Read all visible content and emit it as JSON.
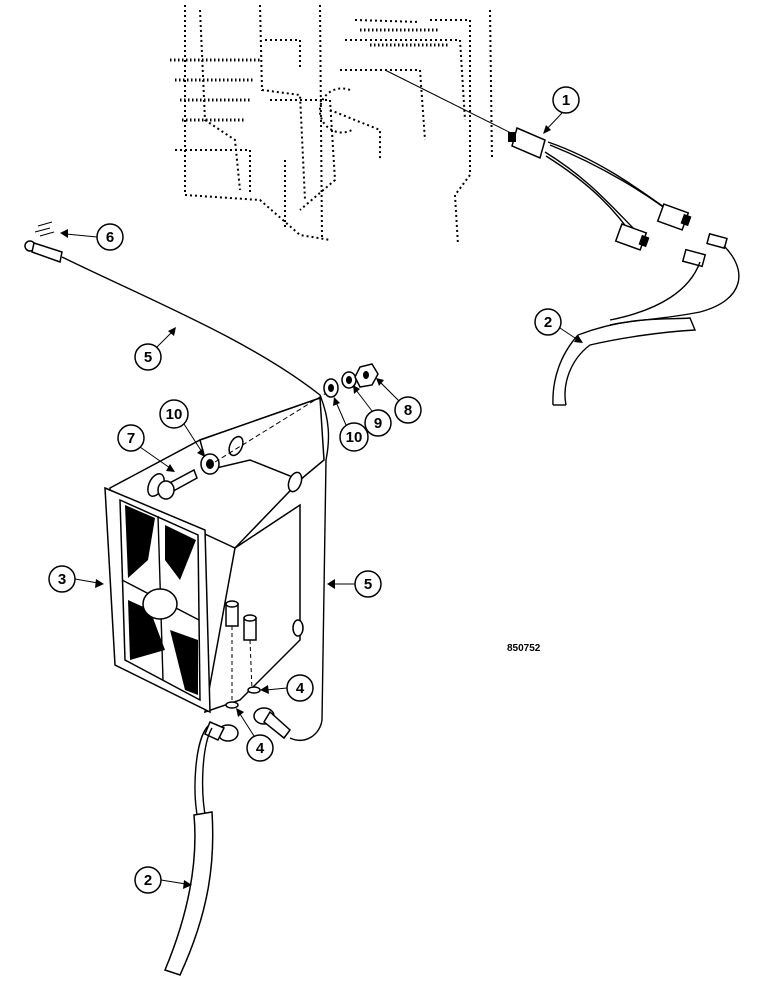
{
  "figure_ref": "850752",
  "callouts": [
    {
      "id": "1",
      "label": "1"
    },
    {
      "id": "2a",
      "label": "2"
    },
    {
      "id": "2b",
      "label": "2"
    },
    {
      "id": "3",
      "label": "3"
    },
    {
      "id": "4a",
      "label": "4"
    },
    {
      "id": "4b",
      "label": "4"
    },
    {
      "id": "5a",
      "label": "5"
    },
    {
      "id": "5b",
      "label": "5"
    },
    {
      "id": "6",
      "label": "6"
    },
    {
      "id": "7",
      "label": "7"
    },
    {
      "id": "8",
      "label": "8"
    },
    {
      "id": "9",
      "label": "9"
    },
    {
      "id": "10a",
      "label": "10"
    },
    {
      "id": "10b",
      "label": "10"
    }
  ]
}
